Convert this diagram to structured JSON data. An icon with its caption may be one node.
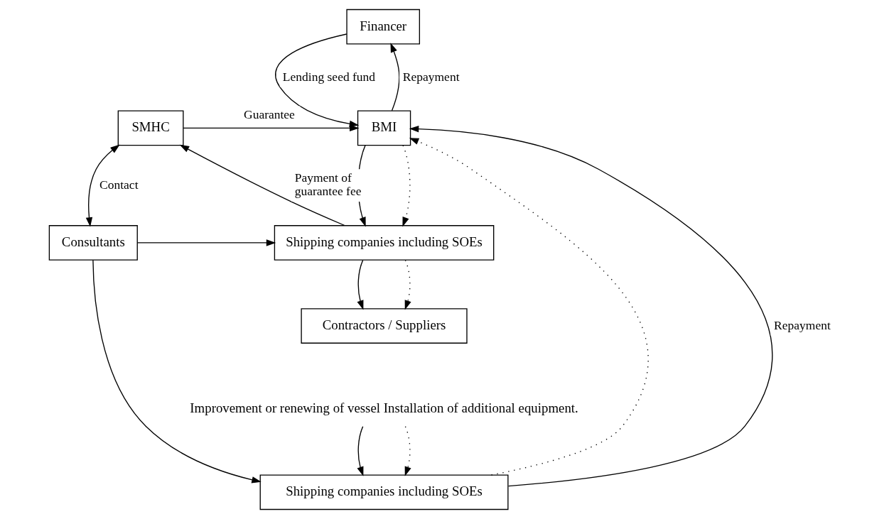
{
  "diagram": {
    "nodes": [
      {
        "text": [
          "Financer"
        ]
      },
      {
        "text": [
          "BMI"
        ]
      },
      {
        "text": [
          "SMHC"
        ]
      },
      {
        "text": [
          "Shipping companies including SOEs"
        ]
      },
      {
        "text": [
          "Contractors / Suppliers"
        ]
      },
      {
        "text": [
          "Consultants"
        ]
      },
      {
        "text": [
          "Shipping companies including SOEs"
        ]
      },
      {
        "text": [
          "Improvement or renewing of vessel Installation of additional equipment."
        ]
      }
    ],
    "edges": [
      {
        "from": 1,
        "to": 0,
        "arrow": "to",
        "label": "Repayment"
      },
      {
        "from": 0,
        "to": 1,
        "arrow": "to",
        "label": "Lending seed fund"
      },
      {
        "from": 2,
        "to": 1,
        "arrow": "to",
        "label": "Guarantee"
      },
      {
        "from": 1,
        "to": 3,
        "arrow": "to"
      },
      {
        "from": 1,
        "to": 3,
        "arrow": "to",
        "style": "dashed"
      },
      {
        "from": 3,
        "to": 2,
        "arrow": "to",
        "label": "Payment of guarantee fee"
      },
      {
        "from": 2,
        "to": 5,
        "arrow": "both",
        "label": "Contact"
      },
      {
        "from": 5,
        "to": 3,
        "arrow": "to"
      },
      {
        "from": 5,
        "to": 6,
        "arrow": "to"
      },
      {
        "from": 3,
        "to": 4,
        "arrow": "to"
      },
      {
        "from": 3,
        "to": 4,
        "arrow": "to",
        "style": "dashed"
      },
      {
        "from": 7,
        "to": 6,
        "arrow": "to"
      },
      {
        "from": 7,
        "to": 6,
        "arrow": "to",
        "style": "dashed"
      },
      {
        "from": 6,
        "to": 1,
        "arrow": "to",
        "label": "Repayment"
      },
      {
        "from": 6,
        "to": 1,
        "arrow": "to",
        "style": "dashed"
      }
    ]
  }
}
